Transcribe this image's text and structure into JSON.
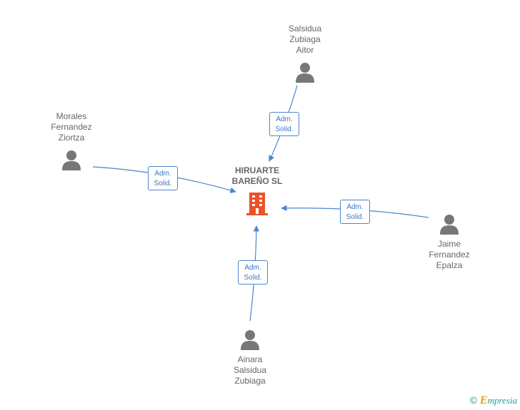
{
  "company": {
    "name_lines": [
      "HIRUARTE",
      "BAREÑO SL"
    ],
    "icon": "building-icon",
    "color": "#e8532a"
  },
  "people": [
    {
      "id": "salsidua-aitor",
      "name_lines": [
        "Salsidua",
        "Zubiaga",
        "Aitor"
      ],
      "role_lines": [
        "Adm.",
        "Solid."
      ]
    },
    {
      "id": "morales-ziortza",
      "name_lines": [
        "Morales",
        "Fernandez",
        "Ziortza"
      ],
      "role_lines": [
        "Adm.",
        "Solid."
      ]
    },
    {
      "id": "jaime-epalza",
      "name_lines": [
        "Jaime",
        "Fernandez",
        "Epalza"
      ],
      "role_lines": [
        "Adm.",
        "Solid."
      ]
    },
    {
      "id": "ainara-zubiaga",
      "name_lines": [
        "Ainara",
        "Salsidua",
        "Zubiaga"
      ],
      "role_lines": [
        "Adm.",
        "Solid."
      ]
    }
  ],
  "colors": {
    "edge": "#4a86cf",
    "person_icon": "#777777",
    "text": "#666666"
  },
  "footer": {
    "copyright": "©",
    "brand_initial": "E",
    "brand_rest": "mpresia"
  }
}
